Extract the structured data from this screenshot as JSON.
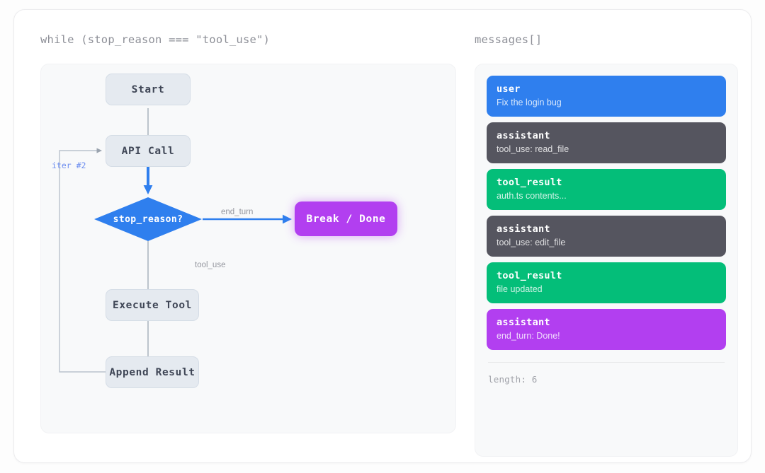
{
  "colors": {
    "accent_blue": "#2f7fee",
    "accent_purple": "#b23ff0",
    "accent_green": "#04be79",
    "assistant_grey": "#55555f",
    "node_fill": "#e5eaf0",
    "panel_bg": "#f8f9fa",
    "card_bg": "#ffffff"
  },
  "flow": {
    "title": "while (stop_reason === \"tool_use\")",
    "nodes": [
      {
        "id": "start",
        "label": "Start",
        "type": "process"
      },
      {
        "id": "api",
        "label": "API Call",
        "type": "process"
      },
      {
        "id": "decision",
        "label": "stop_reason?",
        "type": "decision"
      },
      {
        "id": "done",
        "label": "Break / Done",
        "type": "terminal"
      },
      {
        "id": "execute",
        "label": "Execute Tool",
        "type": "process"
      },
      {
        "id": "append",
        "label": "Append Result",
        "type": "process"
      }
    ],
    "edge_labels": {
      "end_turn": "end_turn",
      "tool_use": "tool_use",
      "loop_back": "iter #2"
    }
  },
  "messages": {
    "title": "messages[]",
    "items": [
      {
        "role": "user",
        "body": "Fix the login bug",
        "style": "user"
      },
      {
        "role": "assistant",
        "body": "tool_use: read_file",
        "style": "assistant"
      },
      {
        "role": "tool_result",
        "body": "auth.ts contents...",
        "style": "tool_result"
      },
      {
        "role": "assistant",
        "body": "tool_use: edit_file",
        "style": "assistant"
      },
      {
        "role": "tool_result",
        "body": "file updated",
        "style": "tool_result"
      },
      {
        "role": "assistant",
        "body": "end_turn: Done!",
        "style": "terminal"
      }
    ],
    "length_label": "length: 6"
  }
}
